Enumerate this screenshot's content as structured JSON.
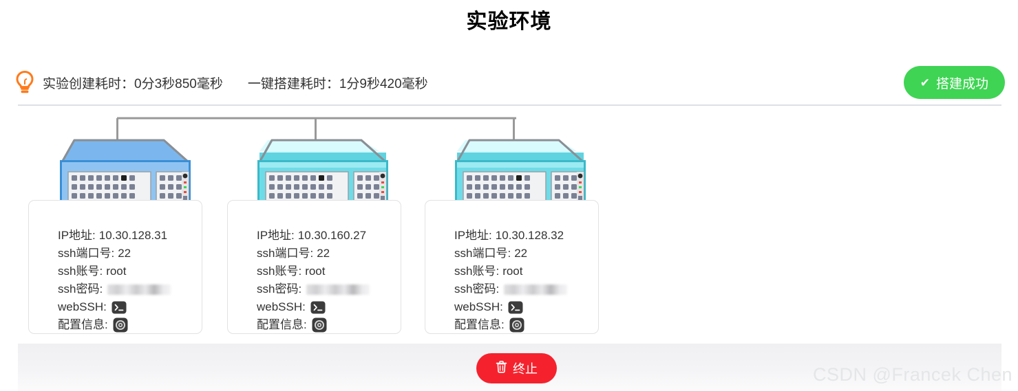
{
  "page": {
    "title": "实验环境"
  },
  "info_bar": {
    "bulb_icon": "lightbulb-icon",
    "bulb_color": "#ff7a1a",
    "create_time_text": "实验创建耗时：0分3秒850毫秒",
    "build_time_text": "一键搭建耗时：1分9秒420毫秒",
    "status_button": {
      "label": "搭建成功",
      "icon": "check-icon",
      "color": "#3fd454"
    }
  },
  "diagram": {
    "connector_color": "#999999",
    "servers": [
      {
        "server_icon": "server-rack-icon",
        "top_color": "#7bb7ee",
        "body_color": "#8fc4f2",
        "fields": {
          "ip_label": "IP地址:",
          "ip_value": "10.30.128.31",
          "port_label": "ssh端口号:",
          "port_value": "22",
          "user_label": "ssh账号:",
          "user_value": "root",
          "password_label": "ssh密码:",
          "password_value": "",
          "webssh_label": "webSSH:",
          "webssh_icon": "terminal-icon",
          "config_label": "配置信息:",
          "config_icon": "gear-disc-icon"
        }
      },
      {
        "server_icon": "server-rack-icon",
        "top_color": "#5fd3e0",
        "body_color": "#6edce8",
        "fields": {
          "ip_label": "IP地址:",
          "ip_value": "10.30.160.27",
          "port_label": "ssh端口号:",
          "port_value": "22",
          "user_label": "ssh账号:",
          "user_value": "root",
          "password_label": "ssh密码:",
          "password_value": "",
          "webssh_label": "webSSH:",
          "webssh_icon": "terminal-icon",
          "config_label": "配置信息:",
          "config_icon": "gear-disc-icon"
        }
      },
      {
        "server_icon": "server-rack-icon",
        "top_color": "#5fd3e0",
        "body_color": "#6edce8",
        "fields": {
          "ip_label": "IP地址:",
          "ip_value": "10.30.128.32",
          "port_label": "ssh端口号:",
          "port_value": "22",
          "user_label": "ssh账号:",
          "user_value": "root",
          "password_label": "ssh密码:",
          "password_value": "",
          "webssh_label": "webSSH:",
          "webssh_icon": "terminal-icon",
          "config_label": "配置信息:",
          "config_icon": "gear-disc-icon"
        }
      }
    ]
  },
  "footer": {
    "terminate_button": {
      "label": "终止",
      "icon": "trash-icon",
      "color": "#f5222d"
    }
  },
  "watermark": {
    "text": "CSDN @Francek Chen"
  }
}
